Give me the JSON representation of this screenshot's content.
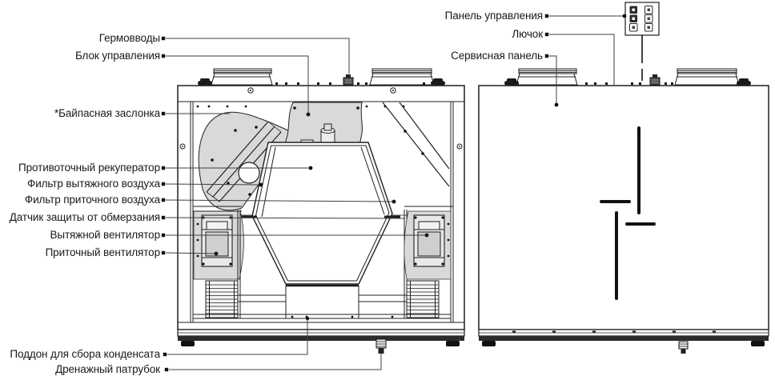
{
  "labels": {
    "left": [
      {
        "text": "Гермовводы"
      },
      {
        "text": "Блок управления"
      },
      {
        "text": "*Байпасная заслонка"
      },
      {
        "text": "Противоточный рекуператор"
      },
      {
        "text": "Фильтр вытяжного воздуха"
      },
      {
        "text": "Фильтр приточного воздуха"
      },
      {
        "text": "Датчик защиты от обмерзания"
      },
      {
        "text": "Вытяжной вентилятор"
      },
      {
        "text": "Приточный вентилятор"
      },
      {
        "text": "Поддон для сбора конденсата"
      },
      {
        "text": "Дренажный патрубок"
      }
    ],
    "top_right": [
      {
        "text": "Панель управления"
      },
      {
        "text": "Лючок"
      },
      {
        "text": "Сервисная панель"
      }
    ]
  },
  "colors": {
    "background": "#ffffff",
    "line": "#1f1f1f",
    "shade": "#d9d9d9",
    "leader": "#3f3f3f",
    "text": "#1a1a1a"
  }
}
